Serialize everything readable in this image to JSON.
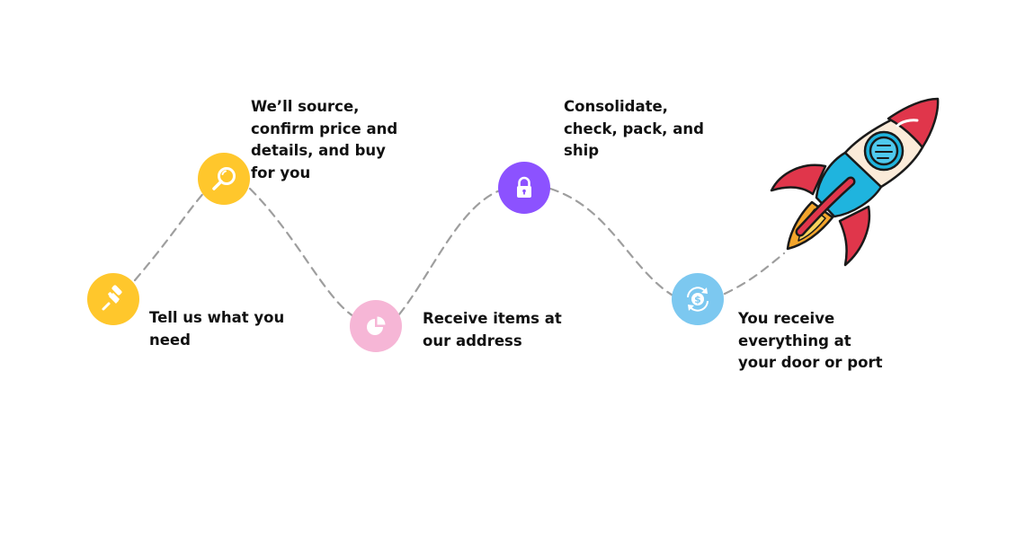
{
  "steps": [
    {
      "label": "Tell us what you\nneed",
      "icon": "pushpin-icon",
      "color": "#FFC72C"
    },
    {
      "label": " We’ll source,\nconfirm price and\ndetails, and buy\nfor you",
      "icon": "magnifier-icon",
      "color": "#FFC72C"
    },
    {
      "label": "Receive items at\nour address",
      "icon": "pie-chart-icon",
      "color": "#F6B6D6"
    },
    {
      "label": "Consolidate,\ncheck, pack, and\nship",
      "icon": "padlock-icon",
      "color": "#8C52FF"
    },
    {
      "label": "You receive\neverything at\nyour door or port",
      "icon": "dollar-cycle-icon",
      "color": "#7CC8F0"
    }
  ],
  "decoration": {
    "icon": "rocket-icon"
  }
}
